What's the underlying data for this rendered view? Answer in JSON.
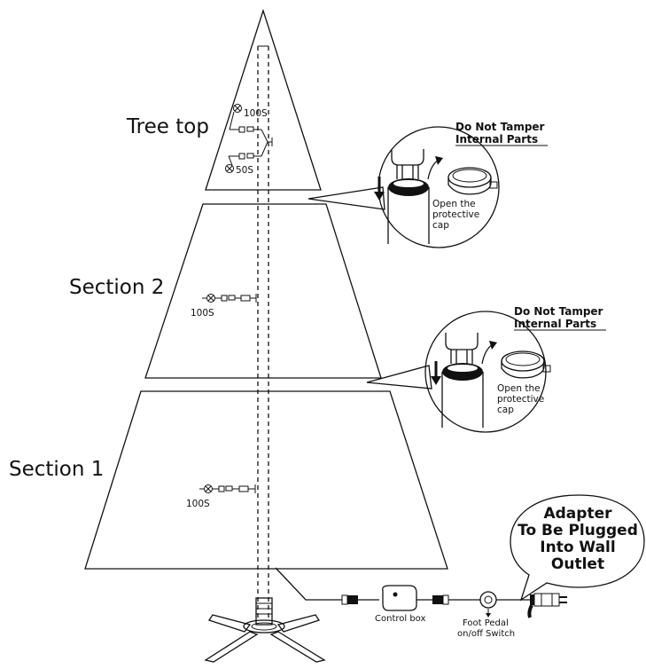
{
  "sections": {
    "tree_top": "Tree top",
    "section2": "Section 2",
    "section1": "Section 1"
  },
  "wiring": {
    "top_upper": "100S",
    "top_lower": "50S",
    "section2": "100S",
    "section1": "100S"
  },
  "callouts": {
    "warning_line1": "Do Not Tamper",
    "warning_line2": "Internal Parts",
    "cap_line1": "Open the",
    "cap_line2": "protective",
    "cap_line3": "cap"
  },
  "base": {
    "control_box": "Control box",
    "foot_pedal_line1": "Foot Pedal",
    "foot_pedal_line2": "on/off Switch"
  },
  "adapter_bubble": {
    "line1": "Adapter",
    "line2": "To Be Plugged",
    "line3": "Into Wall",
    "line4": "Outlet"
  }
}
